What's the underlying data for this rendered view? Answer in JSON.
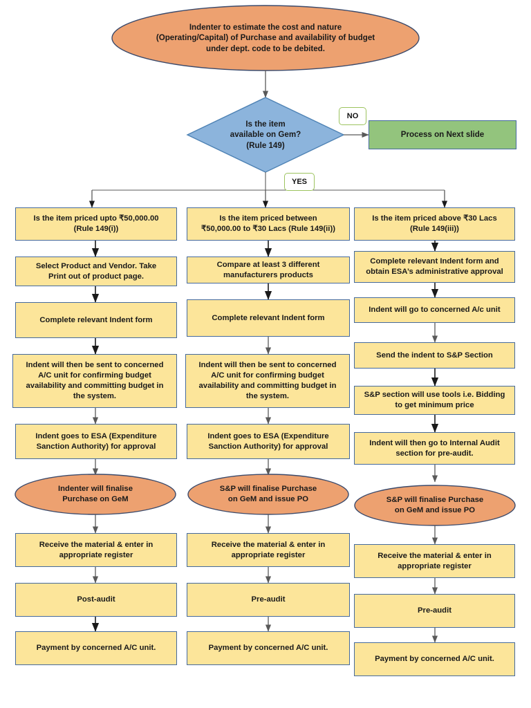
{
  "chart_data": {
    "type": "diagram",
    "title": "Purchase procedure flowchart (GeM / Rule 149)",
    "nodes": [
      {
        "id": "start",
        "shape": "terminator",
        "color": "#EDA170",
        "text": "Indenter to estimate the cost and nature (Operating/Capital) of Purchase and availability of budget under dept. code to be debited."
      },
      {
        "id": "decision",
        "shape": "diamond",
        "color": "#8CB4DC",
        "text": "Is the item available on Gem? (Rule 149)"
      },
      {
        "id": "next-slide",
        "shape": "process",
        "color": "#93C47D",
        "text": "Process on Next slide"
      },
      {
        "id": "c1-head",
        "shape": "process",
        "color": "#FCE59A",
        "text": "Is the item priced upto ₹50,000.00 (Rule 149(i))"
      },
      {
        "id": "c2-head",
        "shape": "process",
        "color": "#FCE59A",
        "text": "Is the item priced between ₹50,000.00 to ₹30 Lacs (Rule 149(ii))"
      },
      {
        "id": "c3-head",
        "shape": "process",
        "color": "#FCE59A",
        "text": "Is the item priced above ₹30 Lacs (Rule 149(iii))"
      }
    ],
    "edges": [
      {
        "from": "start",
        "to": "decision",
        "label": ""
      },
      {
        "from": "decision",
        "to": "next-slide",
        "label": "NO"
      },
      {
        "from": "decision",
        "to": "c1-head",
        "label": "YES"
      },
      {
        "from": "decision",
        "to": "c2-head",
        "label": "YES"
      },
      {
        "from": "decision",
        "to": "c3-head",
        "label": "YES"
      }
    ],
    "branch_labels": [
      "NO",
      "YES"
    ]
  },
  "start": {
    "line1": "Indenter to estimate the cost and nature",
    "line2": "(Operating/Capital) of Purchase and availability of budget",
    "line3": "under dept. code to be debited."
  },
  "decision": {
    "line1": "Is the item",
    "line2": "available on Gem?",
    "line3": "(Rule 149)"
  },
  "labels": {
    "no": "NO",
    "yes": "YES"
  },
  "next_slide": {
    "text": "Process on Next slide"
  },
  "column1": {
    "head_line1": "Is the item priced upto ₹50,000.00",
    "head_line2": "(Rule 149(i))",
    "step2_line1": "Select Product and Vendor. Take",
    "step2_line2": "Print out of product page.",
    "step3": "Complete relevant Indent form",
    "step4_line1": "Indent will then be sent to concerned",
    "step4_line2": "A/C unit for confirming budget",
    "step4_line3": "availability and committing budget in",
    "step4_line4": "the system.",
    "step5_line1": "Indent goes to ESA (Expenditure",
    "step5_line2": "Sanction Authority) for approval",
    "step6_line1": "Indenter will finalise",
    "step6_line2": "Purchase on GeM",
    "step7_line1": "Receive the material & enter in",
    "step7_line2": "appropriate register",
    "step8": "Post-audit",
    "step9": "Payment by concerned A/C unit."
  },
  "column2": {
    "head_line1": "Is the item priced between",
    "head_line2": "₹50,000.00 to ₹30 Lacs (Rule 149(ii))",
    "step2_line1": "Compare at least 3 different",
    "step2_line2": "manufacturers products",
    "step3": "Complete relevant Indent form",
    "step4_line1": "Indent will then be sent to concerned",
    "step4_line2": "A/C unit for confirming budget",
    "step4_line3": "availability and committing budget in",
    "step4_line4": "the system.",
    "step5_line1": "Indent goes to ESA (Expenditure",
    "step5_line2": "Sanction Authority) for approval",
    "step6_line1": "S&P will finalise Purchase",
    "step6_line2": "on GeM and issue PO",
    "step7_line1": "Receive the material & enter in",
    "step7_line2": "appropriate register",
    "step8": "Pre-audit",
    "step9": "Payment by concerned A/C unit."
  },
  "column3": {
    "head_line1": "Is the item priced above ₹30 Lacs",
    "head_line2": "(Rule 149(iii))",
    "step2_line1": "Complete relevant Indent form and",
    "step2_line2": "obtain ESA’s administrative approval",
    "step3": "Indent will go to concerned A/c unit",
    "step4": "Send the indent to S&P Section",
    "step5_line1": "S&P section will use tools i.e. Bidding",
    "step5_line2": "to get minimum price",
    "step6_line1": "Indent will then go to Internal Audit",
    "step6_line2": "section for pre-audit.",
    "step7_line1": "S&P will finalise Purchase",
    "step7_line2": "on GeM and issue PO",
    "step8_line1": "Receive the material & enter in",
    "step8_line2": "appropriate register",
    "step9": "Pre-audit",
    "step10": "Payment by concerned A/C unit."
  },
  "colors": {
    "process_fill": "#FCE59A",
    "process_stroke": "#44699D",
    "terminator_fill": "#EDA170",
    "terminator_stroke": "#3B4A6B",
    "decision_fill": "#8CB4DC",
    "decision_stroke": "#4E82B4",
    "next_slide_fill": "#93C47D",
    "flag_stroke": "#9CC35E",
    "connector": "#595959"
  }
}
